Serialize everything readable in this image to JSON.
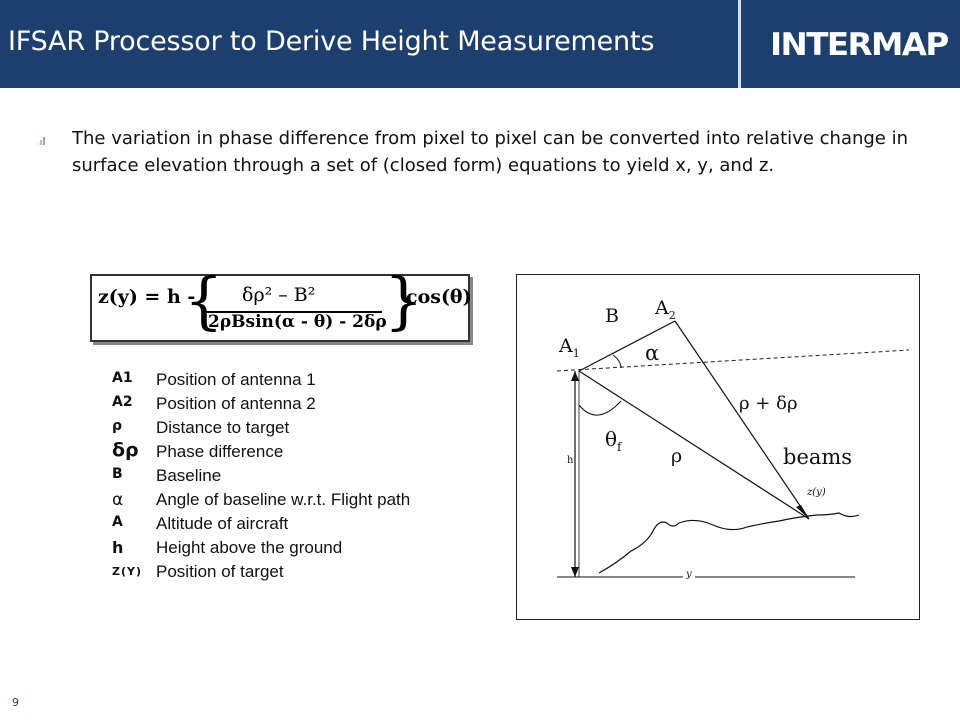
{
  "header": {
    "title": "IFSAR Processor to Derive Height Measurements",
    "logo": "INTERMAP"
  },
  "bullet": {
    "text": "The variation in phase difference from pixel to pixel can be converted into relative change in surface elevation through a set of (closed form) equations to yield x, y, and z."
  },
  "equation": {
    "lhs": "z(y) = h -",
    "lbrace": "{",
    "numerator": "δρ² – B²",
    "denominator": "2ρBsin(α - θ) - 2δρ",
    "rbrace": "}",
    "cos": "cos(θ)"
  },
  "legend": [
    {
      "symbol": "A1",
      "desc": "Position of antenna 1"
    },
    {
      "symbol": "A2",
      "desc": "Position of antenna 2"
    },
    {
      "symbol": "ρ",
      "desc": "Distance to target"
    },
    {
      "symbol": "δρ",
      "desc": "Phase difference"
    },
    {
      "symbol": "B",
      "desc": "Baseline"
    },
    {
      "symbol": "α",
      "desc": "Angle of baseline w.r.t. Flight path"
    },
    {
      "symbol": "A",
      "desc": "Altitude of aircraft"
    },
    {
      "symbol": "h",
      "desc": "Height above the ground"
    },
    {
      "symbol": "Z(Y)",
      "desc": "Position of  target"
    }
  ],
  "diagram": {
    "B": "B",
    "A2": "A",
    "A2_sub": "2",
    "A1": "A",
    "A1_sub": "1",
    "alpha": "α",
    "rho_drho": "ρ + δρ",
    "theta": "θ",
    "theta_sub": "f",
    "rho": "ρ",
    "h": "h",
    "beams": "beams",
    "zy": "z(y)",
    "y": "y"
  },
  "page_number": "9",
  "colors": {
    "header_bg": "#1c3f6e",
    "text": "#111111"
  }
}
